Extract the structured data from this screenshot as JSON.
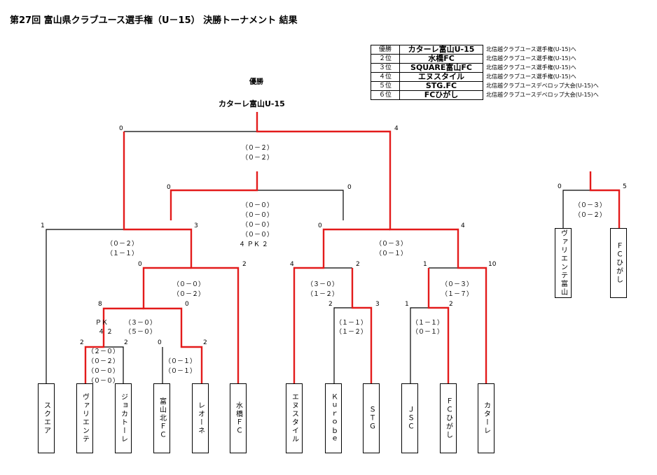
{
  "title": "第27回 富山県クラブユース選手権（U－15） 決勝トーナメント 結果",
  "champion": {
    "label": "優勝",
    "name": "カターレ富山U-15"
  },
  "results": [
    {
      "rank": "優勝",
      "team": "カターレ富山U-15",
      "note": "北信越クラブユース選手権(U-15)へ"
    },
    {
      "rank": "２位",
      "team": "水橋FC",
      "note": "北信越クラブユース選手権(U-15)へ"
    },
    {
      "rank": "３位",
      "team": "SQUARE富山FC",
      "note": "北信越クラブユース選手権(U-15)へ"
    },
    {
      "rank": "４位",
      "team": "エヌスタイル",
      "note": "北信越クラブユース選手権(U-15)へ"
    },
    {
      "rank": "５位",
      "team": "STG.FC",
      "note": "北信越クラブユースデベロップ大会(U-15)へ"
    },
    {
      "rank": "６位",
      "team": "FCひがし",
      "note": "北信越クラブユースデベロップ大会(U-15)へ"
    }
  ],
  "teams": [
    "スクエア",
    "ヴァリエンテ",
    "ジョカトーレ",
    "富山北ＦＣ",
    "レオーネ",
    "水橋ＦＣ",
    "エヌスタイル",
    "Ｋｕｒｏｂｅ",
    "ＳＴＧ",
    "ＪＳＣ",
    "ＦＣひがし",
    "カターレ"
  ],
  "side_teams": [
    "ヴァリエンテ富山",
    "ＦＣひがし"
  ],
  "scores": {
    "final_left": "0",
    "final_right": "4",
    "final_half1": "（０－２）",
    "final_half2": "（０－２）",
    "third_left": "0",
    "third_right": "0",
    "third_h1": "（０－０）",
    "third_h2": "（０－０）",
    "third_h3": "（０－０）",
    "third_h4": "（０－０）",
    "third_pk": "４ ＰＫ ２",
    "sf1_left": "1",
    "sf1_right": "3",
    "sf1_h1": "（０－２）",
    "sf1_h2": "（１－１）",
    "sf2_left": "0",
    "sf2_right": "4",
    "sf2_h1": "（０－３）",
    "sf2_h2": "（０－１）",
    "qf1_left": "0",
    "qf1_right": "2",
    "qf1_h1": "（０－０）",
    "qf1_h2": "（０－２）",
    "qf2_left": "4",
    "qf2_right": "2",
    "qf2_h1": "（３－０）",
    "qf2_h2": "（１－２）",
    "qf3_left": "1",
    "qf3_right": "10",
    "qf3_h1": "（０－３）",
    "qf3_h2": "（１－７）",
    "r2a_left": "8",
    "r2a_right": "0",
    "r2a_pk": "ＰＫ",
    "r2a_pkscore": "４ ２",
    "r2a_h1": "（３－０）",
    "r2a_h2": "（５－０）",
    "r2b_left": "2",
    "r2b_right": "3",
    "r2b_h1": "（１－１）",
    "r2b_h2": "（１－２）",
    "r2c_left": "1",
    "r2c_right": "2",
    "r2c_h1": "（１－１）",
    "r2c_h2": "（０－１）",
    "r1a_left": "2",
    "r1a_right": "2",
    "r1a_h1": "（２－０）",
    "r1a_h2": "（０－２）",
    "r1a_h3": "（０－０）",
    "r1a_h4": "（０－０）",
    "r1b_left": "0",
    "r1b_right": "2",
    "r1b_h1": "（０－１）",
    "r1b_h2": "（０－１）",
    "fifth_left": "0",
    "fifth_right": "5",
    "fifth_h1": "（０－３）",
    "fifth_h2": "（０－２）"
  },
  "colors": {
    "winner_line": "#e31b1b",
    "line": "#000000"
  }
}
